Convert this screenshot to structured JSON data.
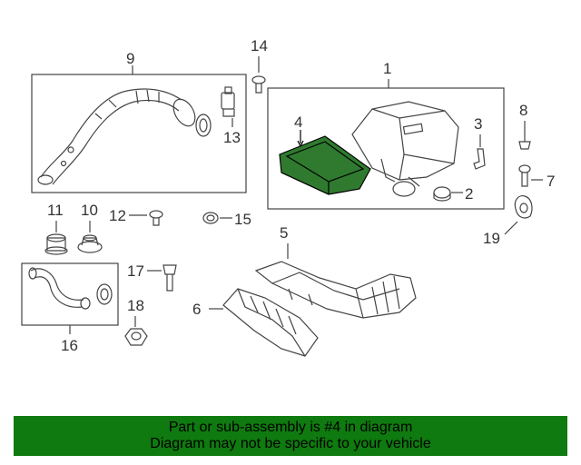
{
  "callouts": {
    "c1": "1",
    "c2": "2",
    "c3": "3",
    "c4": "4",
    "c5": "5",
    "c6": "6",
    "c7": "7",
    "c8": "8",
    "c9": "9",
    "c10": "10",
    "c11": "11",
    "c12": "12",
    "c13": "13",
    "c14": "14",
    "c15": "15",
    "c16": "16",
    "c17": "17",
    "c18": "18",
    "c19": "19"
  },
  "colors": {
    "highlight": "#2f7a2f",
    "banner": "#0f7a0f",
    "line": "#444444"
  },
  "banner": {
    "line1": "Part or sub-assembly is #4 in diagram",
    "line2": "Diagram may not be specific to your vehicle"
  }
}
